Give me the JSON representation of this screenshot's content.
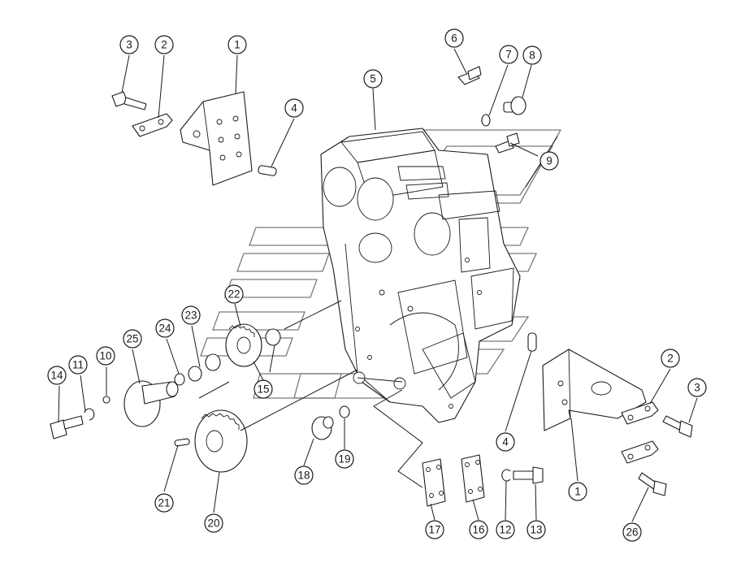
{
  "callouts": {
    "c1a": "1",
    "c2a": "2",
    "c3a": "3",
    "c4a": "4",
    "c5": "5",
    "c6": "6",
    "c7": "7",
    "c8": "8",
    "c9": "9",
    "c10": "10",
    "c11": "11",
    "c12": "12",
    "c13": "13",
    "c14": "14",
    "c15": "15",
    "c16": "16",
    "c17": "17",
    "c18": "18",
    "c19": "19",
    "c20": "20",
    "c21": "21",
    "c22": "22",
    "c23": "23",
    "c24": "24",
    "c25": "25",
    "c26": "26",
    "c1b": "1",
    "c2b": "2",
    "c3b": "3",
    "c4b": "4"
  },
  "colors": {
    "line": "#1a1a1a",
    "watermark": "#7a7a7a",
    "background": "#ffffff"
  }
}
